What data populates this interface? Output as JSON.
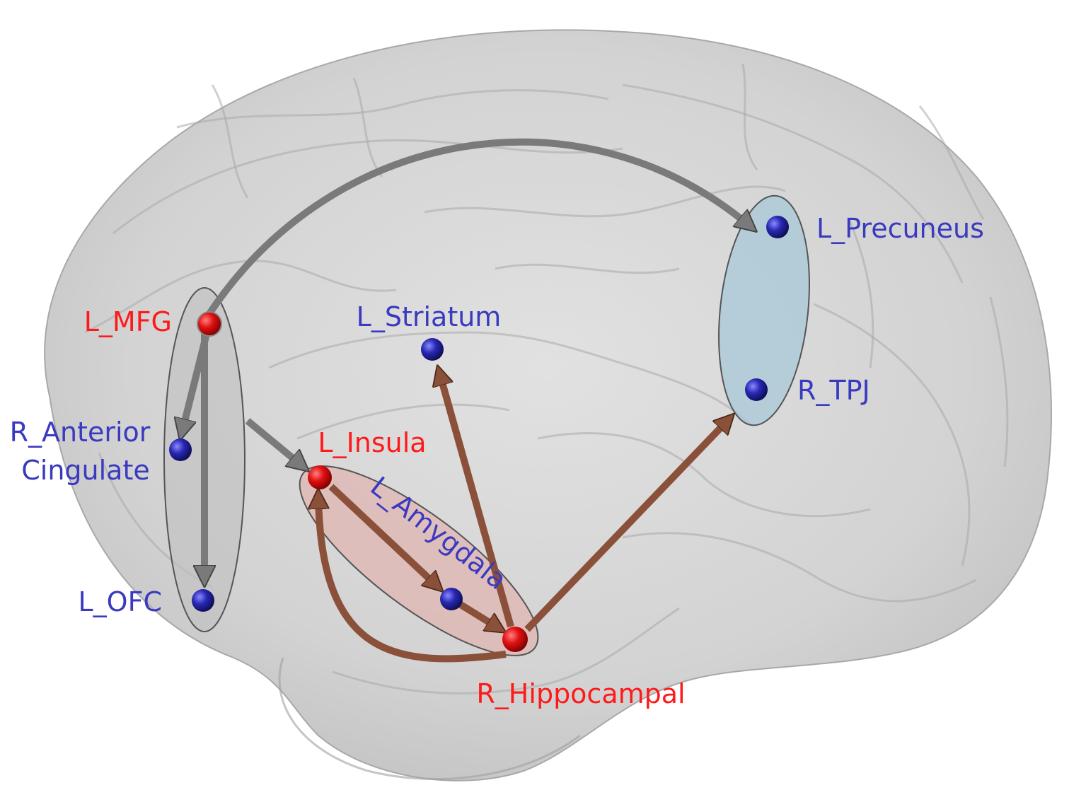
{
  "colors": {
    "red_node": "#e01010",
    "blue_node": "#2828b4",
    "red_label": "#ff1a1a",
    "blue_label": "#3a3ac0",
    "gray_arrow": "#7a7a7a",
    "brown_arrow": "#8a5039",
    "blue_cluster": "#a8c8d8",
    "pink_cluster": "#e0b4b0",
    "gray_cluster": "#c8c8c8",
    "brain": "#c9c9c9"
  },
  "nodes": {
    "l_mfg": {
      "label": "L_MFG",
      "color": "red"
    },
    "r_anterior_cingulate": {
      "label_line1": "R_Anterior",
      "label_line2": "Cingulate",
      "color": "blue"
    },
    "l_ofc": {
      "label": "L_OFC",
      "color": "blue"
    },
    "l_striatum": {
      "label": "L_Striatum",
      "color": "blue"
    },
    "l_insula": {
      "label": "L_Insula",
      "color": "red"
    },
    "l_amygdala": {
      "label": "L_Amygdala",
      "color": "blue"
    },
    "r_hippocampal": {
      "label": "R_Hippocampal",
      "color": "red"
    },
    "l_precuneus": {
      "label": "L_Precuneus",
      "color": "blue"
    },
    "r_tpj": {
      "label": "R_TPJ",
      "color": "blue"
    }
  },
  "edges": [
    {
      "from": "L_MFG",
      "to": "L_Precuneus",
      "color": "gray"
    },
    {
      "from": "L_MFG",
      "to": "R_Anterior Cingulate",
      "color": "gray"
    },
    {
      "from": "L_MFG",
      "to": "L_OFC",
      "color": "gray"
    },
    {
      "from": "L_MFG cluster",
      "to": "L_Insula",
      "color": "gray"
    },
    {
      "from": "L_Insula",
      "to": "L_Amygdala",
      "color": "brown"
    },
    {
      "from": "L_Amygdala",
      "to": "R_Hippocampal",
      "color": "brown"
    },
    {
      "from": "R_Hippocampal",
      "to": "L_Insula",
      "color": "brown"
    },
    {
      "from": "R_Hippocampal",
      "to": "L_Striatum",
      "color": "brown"
    },
    {
      "from": "R_Hippocampal",
      "to": "R_TPJ cluster",
      "color": "brown"
    }
  ]
}
